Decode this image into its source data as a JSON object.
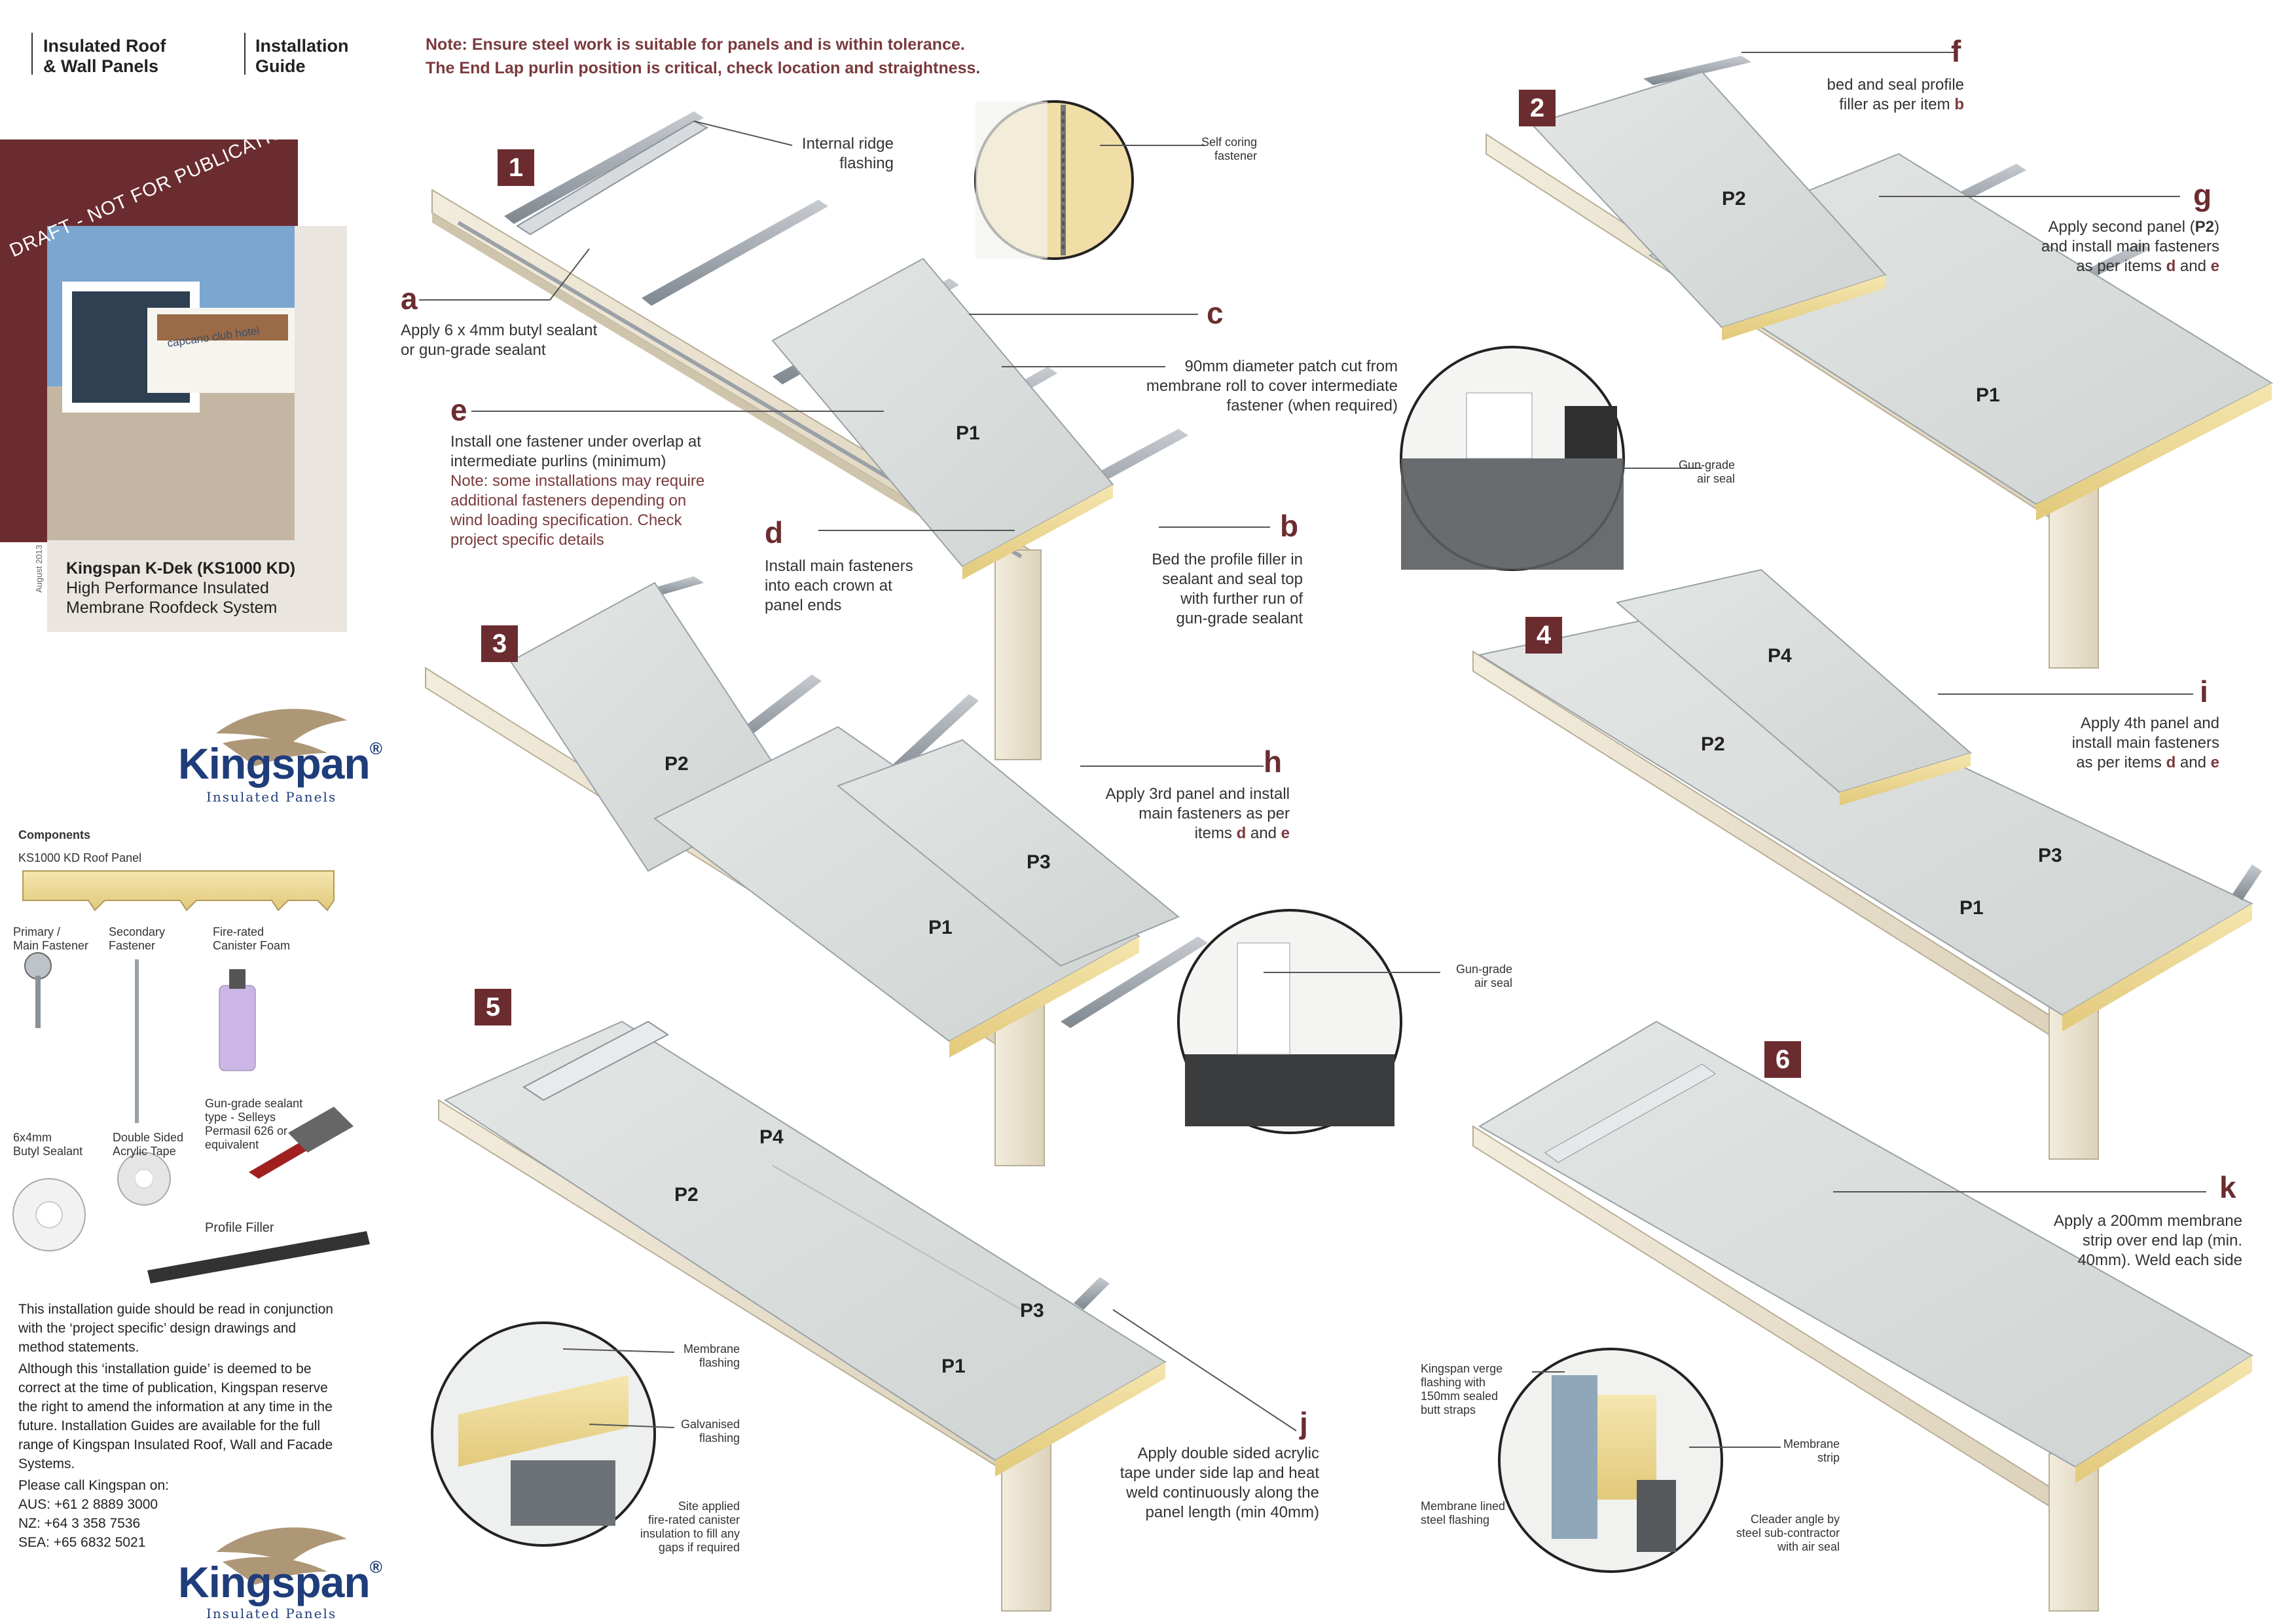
{
  "header": {
    "doc_type_1": "Insulated Roof",
    "doc_type_2": "& Wall Panels",
    "guide_1": "Installation",
    "guide_2": "Guide",
    "note_1": "Note: Ensure steel work is suitable for panels and is within tolerance.",
    "note_2": "The End Lap purlin position is critical, check location and straightness."
  },
  "cover": {
    "draft": "DRAFT - NOT FOR PUBLICATION",
    "date": "August 2013",
    "product_1": "Kingspan K-Dek (KS1000 KD)",
    "product_2": "High Performance Insulated",
    "product_3": "Membrane Roofdeck System",
    "sign": "capcano club hotel"
  },
  "brand": {
    "name": "Kingspan",
    "reg": "®",
    "sub": "Insulated Panels"
  },
  "components": {
    "title": "Components",
    "panel": "KS1000 KD Roof Panel",
    "main_fastener_1": "Primary /",
    "main_fastener_2": "Main Fastener",
    "secondary_1": "Secondary",
    "secondary_2": "Fastener",
    "foam_1": "Fire-rated",
    "foam_2": "Canister Foam",
    "butyl_1": "6x4mm",
    "butyl_2": "Butyl Sealant",
    "tape_1": "Double Sided",
    "tape_2": "Acrylic Tape",
    "gun_1": "Gun-grade sealant",
    "gun_2": "type - Selleys",
    "gun_3": "Permasil 626 or",
    "gun_4": "equivalent",
    "filler": "Profile Filler"
  },
  "disclaimer": {
    "p1_1": "This installation guide should be read in conjunction",
    "p1_2": "with the ‘project specific’ design drawings and",
    "p1_3": "method statements.",
    "p2_1": "Although this ‘installation guide’ is deemed to be",
    "p2_2": "correct at the time of publication, Kingspan reserve",
    "p2_3": "the right to amend the information at any time in the",
    "p2_4": "future. Installation Guides are available for the full",
    "p2_5": "range of Kingspan Insulated Roof, Wall and Facade",
    "p2_6": "Systems.",
    "call": "Please call Kingspan on:",
    "aus": "AUS: +61 2 8889 3000",
    "nz": "NZ: +64 3 358 7536",
    "sea": "SEA: +65 6832 5021"
  },
  "steps": [
    "1",
    "2",
    "3",
    "4",
    "5",
    "6"
  ],
  "panels": {
    "p1": "P1",
    "p2": "P2",
    "p3": "P3",
    "p4": "P4"
  },
  "annotations": {
    "ridge_1": "Internal ridge",
    "ridge_2": "flashing",
    "self_coring_1": "Self coring",
    "self_coring_2": "fastener",
    "a": {
      "letter": "a",
      "l1": "Apply 6 x 4mm butyl sealant",
      "l2": "or gun-grade sealant"
    },
    "c": {
      "letter": "c",
      "l1": "90mm diameter patch cut from",
      "l2": "membrane roll to cover intermediate",
      "l3": "fastener (when required)"
    },
    "e": {
      "letter": "e",
      "l1": "Install one fastener under overlap at",
      "l2": "intermediate purlins (minimum)",
      "n1": "Note: some installations may require",
      "n2": "additional fasteners depending on",
      "n3": "wind loading specification. Check",
      "n4": "project specific details"
    },
    "d": {
      "letter": "d",
      "l1": "Install main fasteners",
      "l2": "into each crown at",
      "l3": "panel ends"
    },
    "b": {
      "letter": "b",
      "l1": "Bed the profile filler in",
      "l2": "sealant and seal top",
      "l3": "with further run of",
      "l4": "gun-grade sealant"
    },
    "f": {
      "letter": "f",
      "l1": "bed and seal profile",
      "l2": "filler as per item ",
      "ref": "b"
    },
    "g": {
      "letter": "g",
      "l1a": "Apply second panel (",
      "p": "P2",
      "l1b": ")",
      "l2": "and install main fasteners",
      "l3": "as per items ",
      "d": "d",
      "and": " and ",
      "e": "e"
    },
    "air_seal_1": "Gun-grade",
    "air_seal_2": "air seal",
    "h": {
      "letter": "h",
      "l1": "Apply 3rd panel and install",
      "l2": "main fasteners as per",
      "l3": "items ",
      "d": "d",
      "and": " and ",
      "e": "e"
    },
    "i": {
      "letter": "i",
      "l1": "Apply 4th panel and",
      "l2": "install main fasteners",
      "l3": "as per items ",
      "d": "d",
      "and": " and ",
      "e": "e"
    },
    "membrane_flashing_1": "Membrane",
    "membrane_flashing_2": "flashing",
    "galv_1": "Galvanised",
    "galv_2": "flashing",
    "site_1": "Site applied",
    "site_2": "fire-rated canister",
    "site_3": "insulation to fill any",
    "site_4": "gaps if required",
    "j": {
      "letter": "j",
      "l1": "Apply double sided acrylic",
      "l2": "tape under side lap and heat",
      "l3": "weld continuously along the",
      "l4": "panel length (min 40mm)"
    },
    "k": {
      "letter": "k",
      "l1": "Apply a 200mm membrane",
      "l2": "strip over end lap (min.",
      "l3": "40mm). Weld each side"
    },
    "verge_1": "Kingspan verge",
    "verge_2": "flashing with",
    "verge_3": "150mm sealed",
    "verge_4": "butt straps",
    "mstrip_1": "Membrane",
    "mstrip_2": "strip",
    "lined_1": "Membrane lined",
    "lined_2": "steel flashing",
    "cleader_1": "Cleader angle by",
    "cleader_2": "steel sub-contractor",
    "cleader_3": "with air seal"
  }
}
